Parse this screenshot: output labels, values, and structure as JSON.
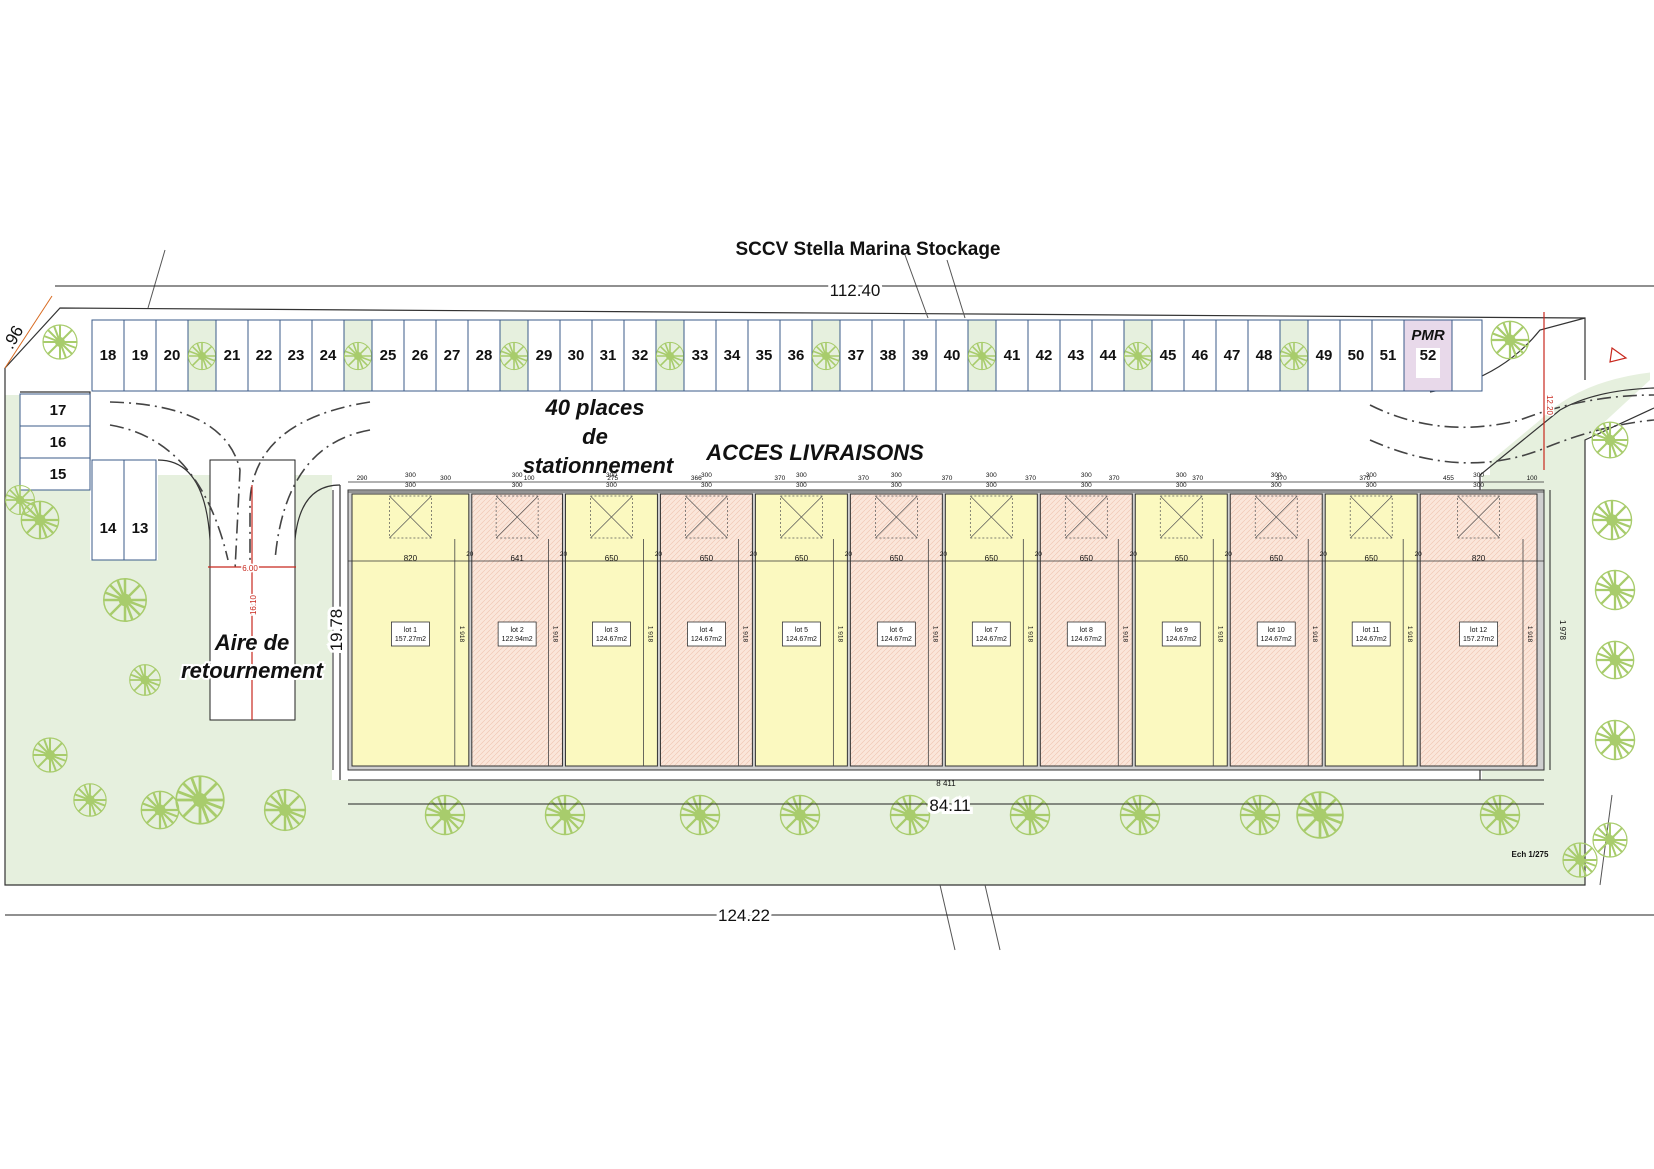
{
  "title": "SCCV Stella Marina Stockage",
  "labels": {
    "parking_count": [
      "40 places",
      "de",
      "stationnement"
    ],
    "delivery_access": "ACCES LIVRAISONS",
    "turning_area": [
      "Aire de",
      "retournement"
    ],
    "pmr": "PMR",
    "scale": "Ech 1/275"
  },
  "dimensions": {
    "top_width": "112.40",
    "bottom_width": "124.22",
    "building_width": "84.11",
    "building_width_mm": "8 411",
    "building_depth": "19.78",
    "building_depth_mm": "1 978",
    "corner": ".96",
    "turning_width": "6.00",
    "turning_length": "16.10",
    "road_width": "12.20"
  },
  "parking": {
    "top_row": [
      "18",
      "19",
      "20",
      "21",
      "22",
      "23",
      "24",
      "25",
      "26",
      "27",
      "28",
      "29",
      "30",
      "31",
      "32",
      "33",
      "34",
      "35",
      "36",
      "37",
      "38",
      "39",
      "40",
      "41",
      "42",
      "43",
      "44",
      "45",
      "46",
      "47",
      "48",
      "49",
      "50",
      "51",
      "52"
    ],
    "left_column": [
      "17",
      "16",
      "15"
    ],
    "bottom_left": [
      "14",
      "13"
    ]
  },
  "lots": [
    {
      "name": "lot 1",
      "area": "157.27m2",
      "width": "820",
      "fill": "#fbf9c0"
    },
    {
      "name": "lot 2",
      "area": "122.94m2",
      "width": "641",
      "fill": "#fbe6da"
    },
    {
      "name": "lot 3",
      "area": "124.67m2",
      "width": "650",
      "fill": "#fbf9c0"
    },
    {
      "name": "lot 4",
      "area": "124.67m2",
      "width": "650",
      "fill": "#fbe6da"
    },
    {
      "name": "lot 5",
      "area": "124.67m2",
      "width": "650",
      "fill": "#fbf9c0"
    },
    {
      "name": "lot 6",
      "area": "124.67m2",
      "width": "650",
      "fill": "#fbe6da"
    },
    {
      "name": "lot 7",
      "area": "124.67m2",
      "width": "650",
      "fill": "#fbf9c0"
    },
    {
      "name": "lot 8",
      "area": "124.67m2",
      "width": "650",
      "fill": "#fbe6da"
    },
    {
      "name": "lot 9",
      "area": "124.67m2",
      "width": "650",
      "fill": "#fbf9c0"
    },
    {
      "name": "lot 10",
      "area": "124.67m2",
      "width": "650",
      "fill": "#fbe6da"
    },
    {
      "name": "lot 11",
      "area": "124.67m2",
      "width": "650",
      "fill": "#fbf9c0"
    },
    {
      "name": "lot 12",
      "area": "157.27m2",
      "width": "820",
      "fill": "#fbe6da"
    }
  ],
  "facade_dims": [
    "290",
    "300",
    "100",
    "275",
    "366",
    "370",
    "370",
    "370",
    "370",
    "370",
    "370",
    "370",
    "370",
    "455",
    "100"
  ],
  "lot_depth": "1 918",
  "wall": "20",
  "colors": {
    "grass": "#e6f0de",
    "tree": "#a8cc6c",
    "lot_yellow": "#fbf9c0",
    "lot_pink": "#fbe6da",
    "pmr": "#e8d9ea",
    "dimension_red": "#c8281e",
    "parking_line": "#3b5b8a"
  }
}
